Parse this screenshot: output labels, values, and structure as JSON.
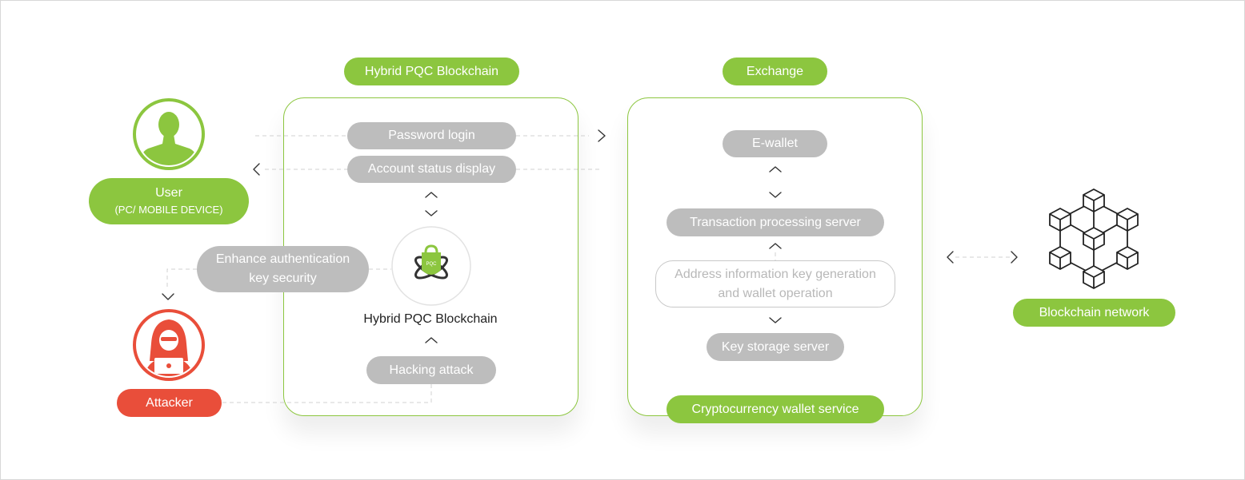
{
  "left_panel": {
    "header": "Hybrid PQC Blockchain",
    "password_login": "Password login",
    "account_status": "Account status display",
    "center_label": "Hybrid PQC Blockchain",
    "hacking_attack": "Hacking attack",
    "pqc_badge": "PQC"
  },
  "user": {
    "title": "User",
    "subtitle": "(PC/ MOBILE DEVICE)"
  },
  "attacker": {
    "title": "Attacker"
  },
  "enhance": {
    "line1": "Enhance authentication",
    "line2": "key security"
  },
  "exchange": {
    "header": "Exchange",
    "ewallet": "E-wallet",
    "tx_server": "Transaction processing server",
    "addr_line1": "Address information key generation",
    "addr_line2": "and wallet operation",
    "key_storage": "Key storage server",
    "footer": "Cryptocurrency wallet service"
  },
  "network": {
    "label": "Blockchain network"
  },
  "colors": {
    "green": "#8cc63f",
    "gray": "#bdbdbd",
    "red": "#e94e3a"
  }
}
